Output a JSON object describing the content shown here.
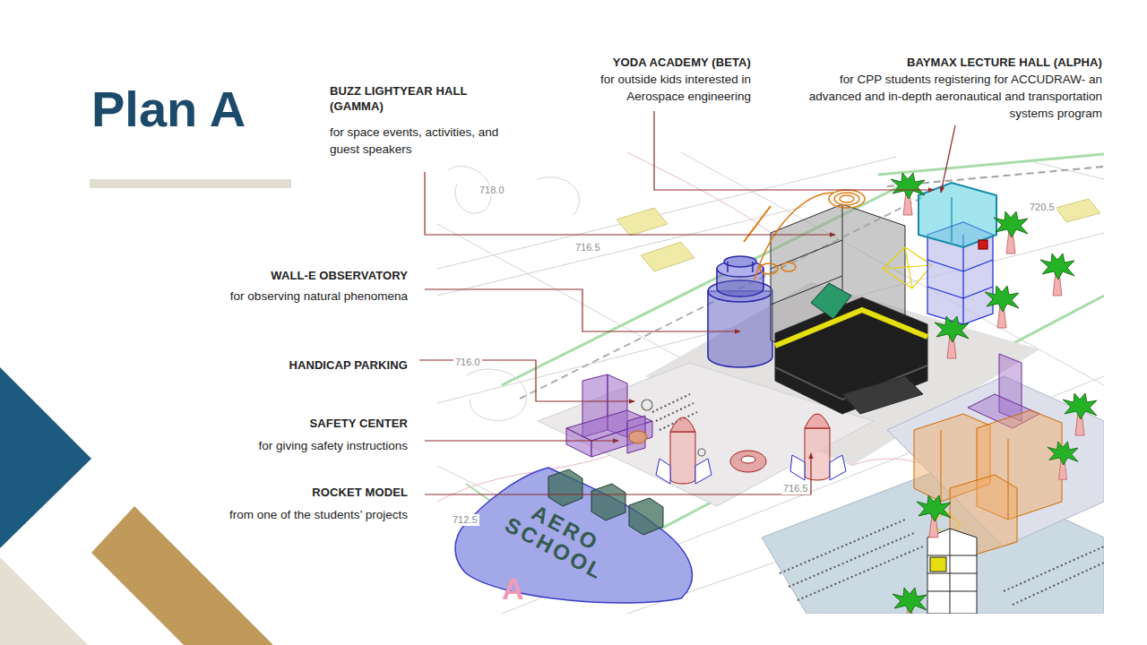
{
  "diagram": {
    "title": "Plan A",
    "labels": [
      "BUZZ LIGHTYEAR HALL (GAMMA)",
      "for space events, activities, and guest speakers",
      "YODA ACADEMY (BETA)",
      "for outside kids interested in Aerospace engineering",
      "BAYMAX LECTURE HALL (ALPHA)",
      "for CPP students registering for ACCUDRAW- an advanced and in-depth aeronautical and transportation systems program",
      "WALL-E OBSERVATORY",
      "for observing natural phenomena",
      "HANDICAP PARKING",
      "SAFETY CENTER",
      "for giving safety instructions",
      "ROCKET MODEL",
      "from one of the students’ projects",
      "718.0",
      "716.5",
      "720.5",
      "716.0",
      "716.5",
      "712.5",
      "AERO SCHOOL",
      "A"
    ]
  }
}
